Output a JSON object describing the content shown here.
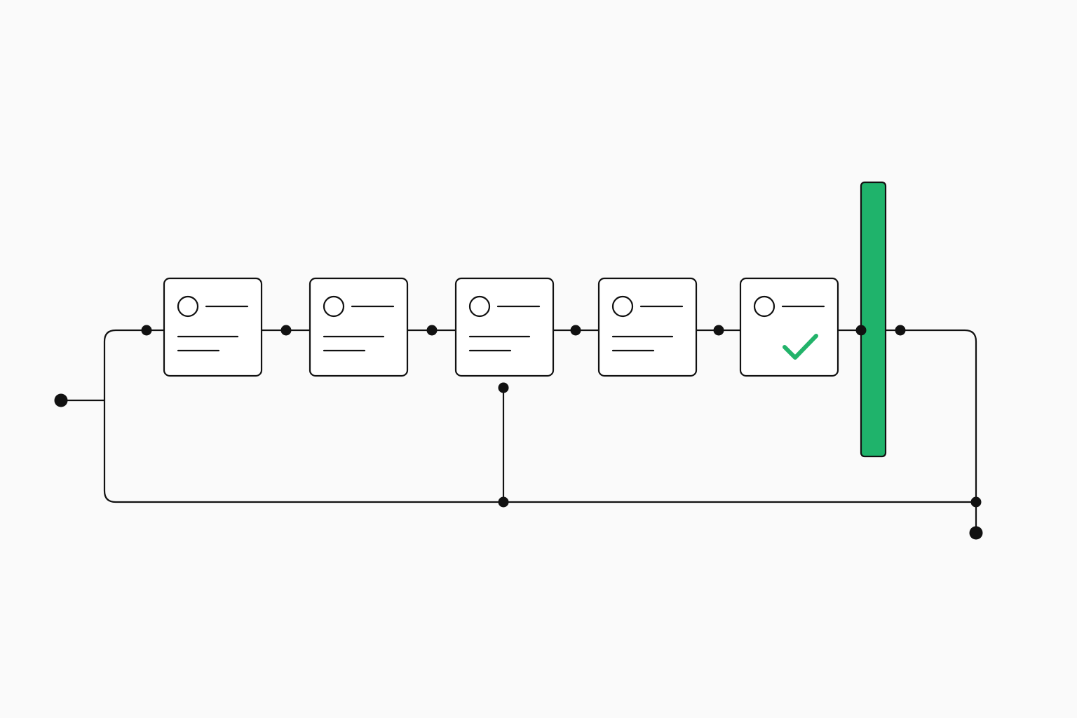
{
  "diagram": {
    "kind": "pipeline-flow",
    "colors": {
      "background": "#fafafa",
      "stroke": "#111111",
      "card_fill": "#ffffff",
      "gate_fill": "#1fb36b",
      "check": "#22b36a"
    },
    "stages": [
      {
        "icon": "profile-icon",
        "status": "pending"
      },
      {
        "icon": "profile-icon",
        "status": "pending"
      },
      {
        "icon": "profile-icon",
        "status": "pending"
      },
      {
        "icon": "profile-icon",
        "status": "pending"
      },
      {
        "icon": "profile-icon",
        "status": "complete",
        "badge": "checkmark-icon"
      }
    ],
    "gate": {
      "icon": "green-gate-bar"
    },
    "nodes": {
      "input": "input-node",
      "output": "output-node"
    }
  }
}
